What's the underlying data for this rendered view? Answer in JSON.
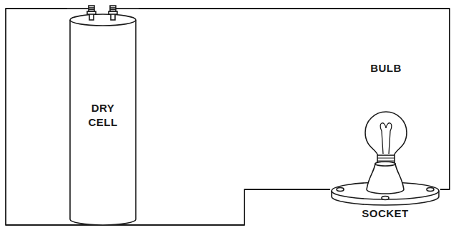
{
  "diagram": {
    "nodes": [
      {
        "text": [
          "DRY CELL"
        ]
      },
      {
        "text": [
          "BULB"
        ]
      },
      {
        "text": [
          "SOCKET"
        ]
      }
    ],
    "edges": [
      {
        "from": 0,
        "to": 2,
        "arrow": "none"
      },
      {
        "from": 0,
        "to": 2,
        "arrow": "none"
      }
    ]
  }
}
